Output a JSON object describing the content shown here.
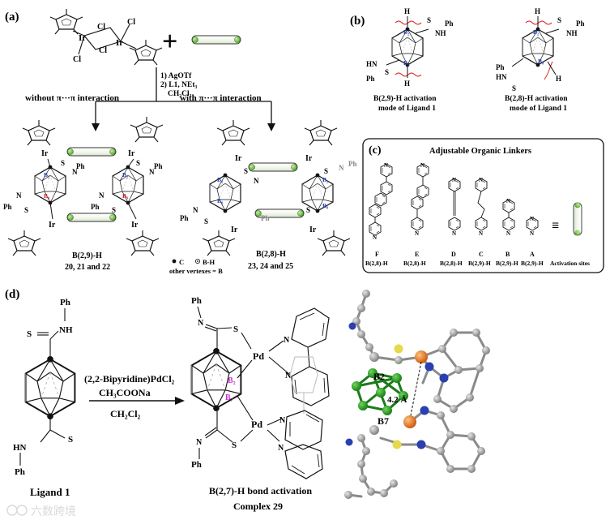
{
  "panel_a": {
    "label": "(a)",
    "ir_labels": [
      "Ir",
      "Ir"
    ],
    "cl_labels": [
      "Cl",
      "Cl",
      "Cl",
      "Cl"
    ],
    "plus": "+",
    "reagents": [
      "1) AgOTf",
      "2) L1, NEt₃",
      "CH₂Cl₂"
    ],
    "without": "without π···π interaction",
    "with": "with π···π interaction",
    "left_caption": [
      "B(2,9)-H",
      "20, 21 and 22"
    ],
    "right_caption": [
      "B(2,8)-H",
      "23, 24 and 25"
    ],
    "legend_c": "C",
    "legend_bh": "B-H",
    "legend_other": "other vertexes = B",
    "atoms": {
      "b2": "B₂",
      "b9": "B₉",
      "b8": "B₈",
      "ph": "Ph",
      "s": "S",
      "n": "N",
      "ir": "Ir"
    }
  },
  "panel_b": {
    "label": "(b)",
    "h": "H",
    "s": "S",
    "nh": "NH",
    "hn": "HN",
    "ph": "Ph",
    "b2": "B₂",
    "b9": "B₉",
    "b8": "B₈",
    "left_caption": [
      "B(2,9)-H activation",
      "mode of Ligand 1"
    ],
    "right_caption": [
      "B(2,8)-H activation",
      "mode of Ligand 1"
    ]
  },
  "panel_c": {
    "label": "(c)",
    "title": "Adjustable Organic Linkers",
    "letters": [
      "F",
      "E",
      "D",
      "C",
      "B",
      "A"
    ],
    "modes": [
      "B(2,8)-H",
      "B(2,8)-H",
      "B(2,8)-H",
      "B(2,9)-H",
      "B(2,9)-H",
      "B(2,9)-H"
    ],
    "n": "N",
    "equiv": "≡",
    "sites": "Activation sites"
  },
  "panel_d": {
    "label": "(d)",
    "ph_top": "Ph",
    "nh": "NH",
    "s": "S",
    "hn": "HN",
    "ph_bottom": "Ph",
    "ligand": "Ligand 1",
    "reagents": [
      "(2,2-Bipyridine)PdCl₂",
      "CH₃COONa",
      "CH₂Cl₂"
    ],
    "ph": "Ph",
    "n": "N",
    "pd": "Pd",
    "b2": "B₂",
    "b7": "B₇",
    "activation": "B(2,7)-H bond activation",
    "complex": "Complex 29",
    "xray_b2": "B2",
    "xray_b7": "B7",
    "distance": "4.2 Å"
  },
  "watermark": "六数跨境",
  "colors": {
    "green": "#7cc243",
    "green_dark": "#2a8a24",
    "blue": "#2a3fb0",
    "magenta": "#cc33cc",
    "orange": "#e0701c",
    "yellow": "#e8d94a",
    "grey": "#9c9c9c"
  }
}
